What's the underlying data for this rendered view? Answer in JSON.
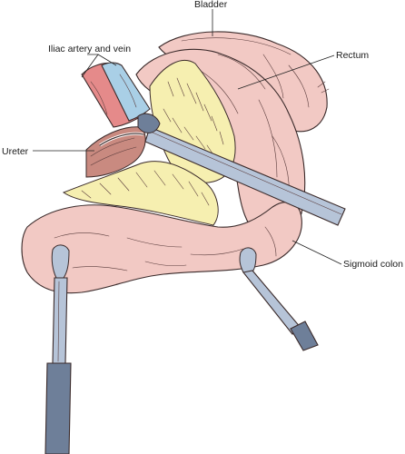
{
  "labels": {
    "bladder": "Bladder",
    "iliac": "Iliac artery and vein",
    "rectum": "Rectum",
    "ureter": "Ureter",
    "sigmoid": "Sigmoid colon"
  },
  "colors": {
    "colon": "#f2c9c4",
    "colon_dark": "#e6aaa3",
    "fat": "#f6efb0",
    "artery": "#e58a8a",
    "vein": "#a9cfe6",
    "instrument": "#b6c4d8",
    "instrument_dark": "#6e7f99",
    "ureter": "#c98a80"
  }
}
